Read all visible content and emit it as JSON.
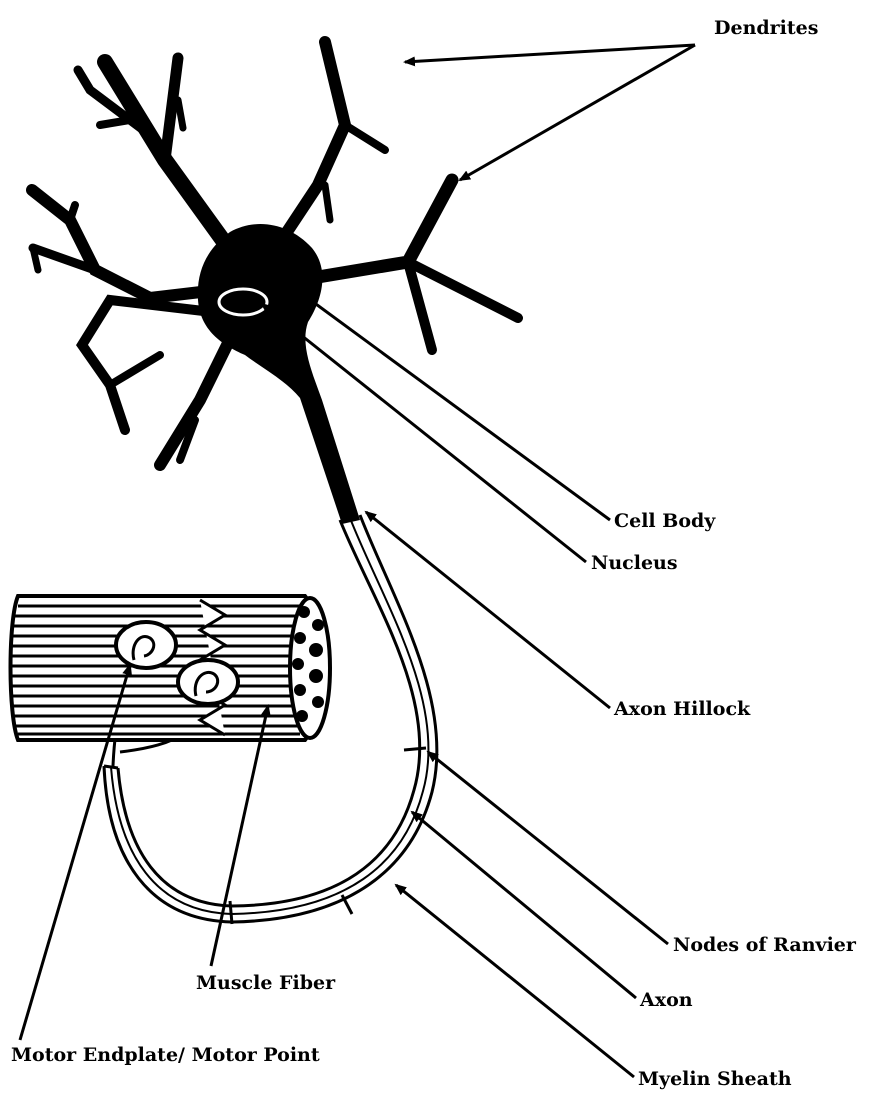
{
  "diagram": {
    "labels": {
      "dendrites": "Dendrites",
      "cell_body": "Cell Body",
      "nucleus": "Nucleus",
      "axon_hillock": "Axon Hillock",
      "nodes_of_ranvier": "Nodes of Ranvier",
      "axon": "Axon",
      "myelin_sheath": "Myelin Sheath",
      "muscle_fiber": "Muscle Fiber",
      "motor_endplate": "Motor Endplate/ Motor Point"
    },
    "colors": {
      "ink": "#000000",
      "background": "#ffffff"
    }
  }
}
